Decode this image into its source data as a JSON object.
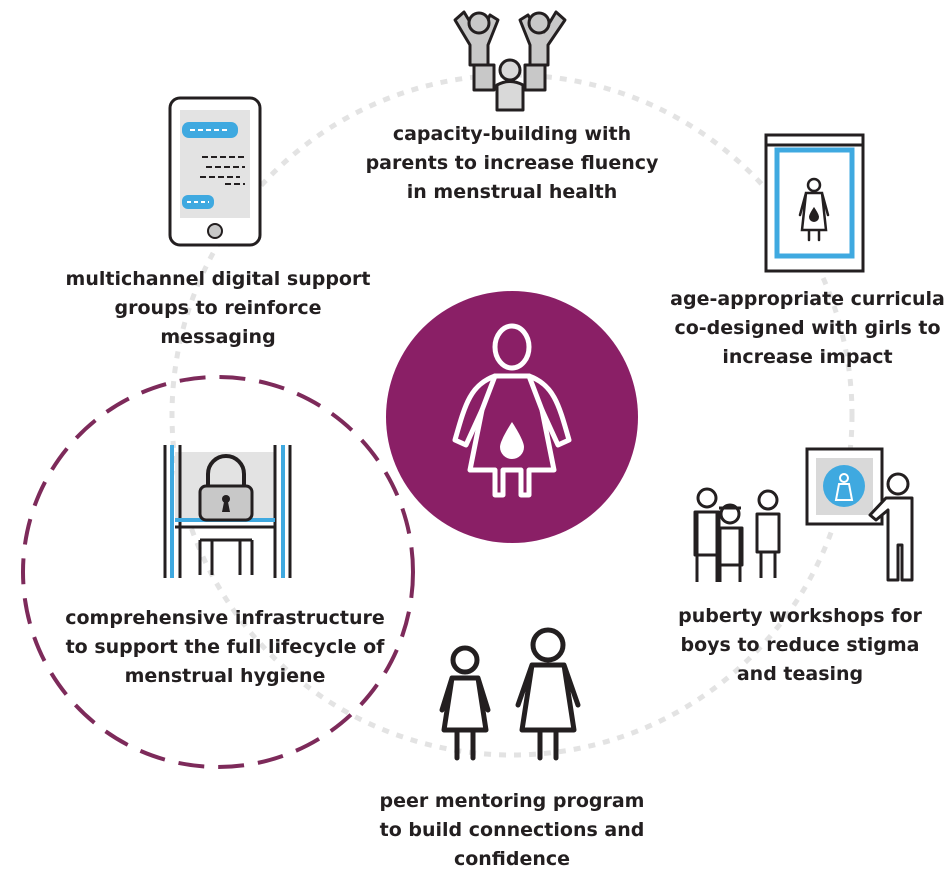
{
  "center": {
    "icon": "woman-with-blood-drop-icon",
    "color": "#8a1f66"
  },
  "ring": {
    "color": "#e3e3e3"
  },
  "highlight": {
    "color": "#7d2a5a",
    "style": "dashed-circle"
  },
  "accent": {
    "blue": "#3fa9e0",
    "gray": "#c8c8c8",
    "outline": "#231f20"
  },
  "items": [
    {
      "id": "parents",
      "icon": "parents-and-child-icon",
      "lines": [
        "capacity-building with",
        "parents to increase fluency",
        "in menstrual health"
      ]
    },
    {
      "id": "curricula",
      "icon": "book-icon",
      "lines": [
        "age-appropriate curricula",
        "co-designed with girls to",
        "increase impact"
      ]
    },
    {
      "id": "workshops",
      "icon": "workshop-presentation-icon",
      "lines": [
        "puberty workshops for",
        "boys to reduce stigma",
        "and teasing"
      ]
    },
    {
      "id": "mentoring",
      "icon": "two-girls-icon",
      "lines": [
        "peer mentoring program",
        "to build connections and",
        "confidence"
      ]
    },
    {
      "id": "infrastructure",
      "icon": "locked-toilet-stall-icon",
      "lines": [
        "comprehensive infrastructure",
        "to support the full lifecycle of",
        "menstrual hygiene"
      ]
    },
    {
      "id": "digital",
      "icon": "smartphone-chat-icon",
      "lines": [
        "multichannel digital support",
        "groups to reinforce",
        "messaging"
      ]
    }
  ]
}
